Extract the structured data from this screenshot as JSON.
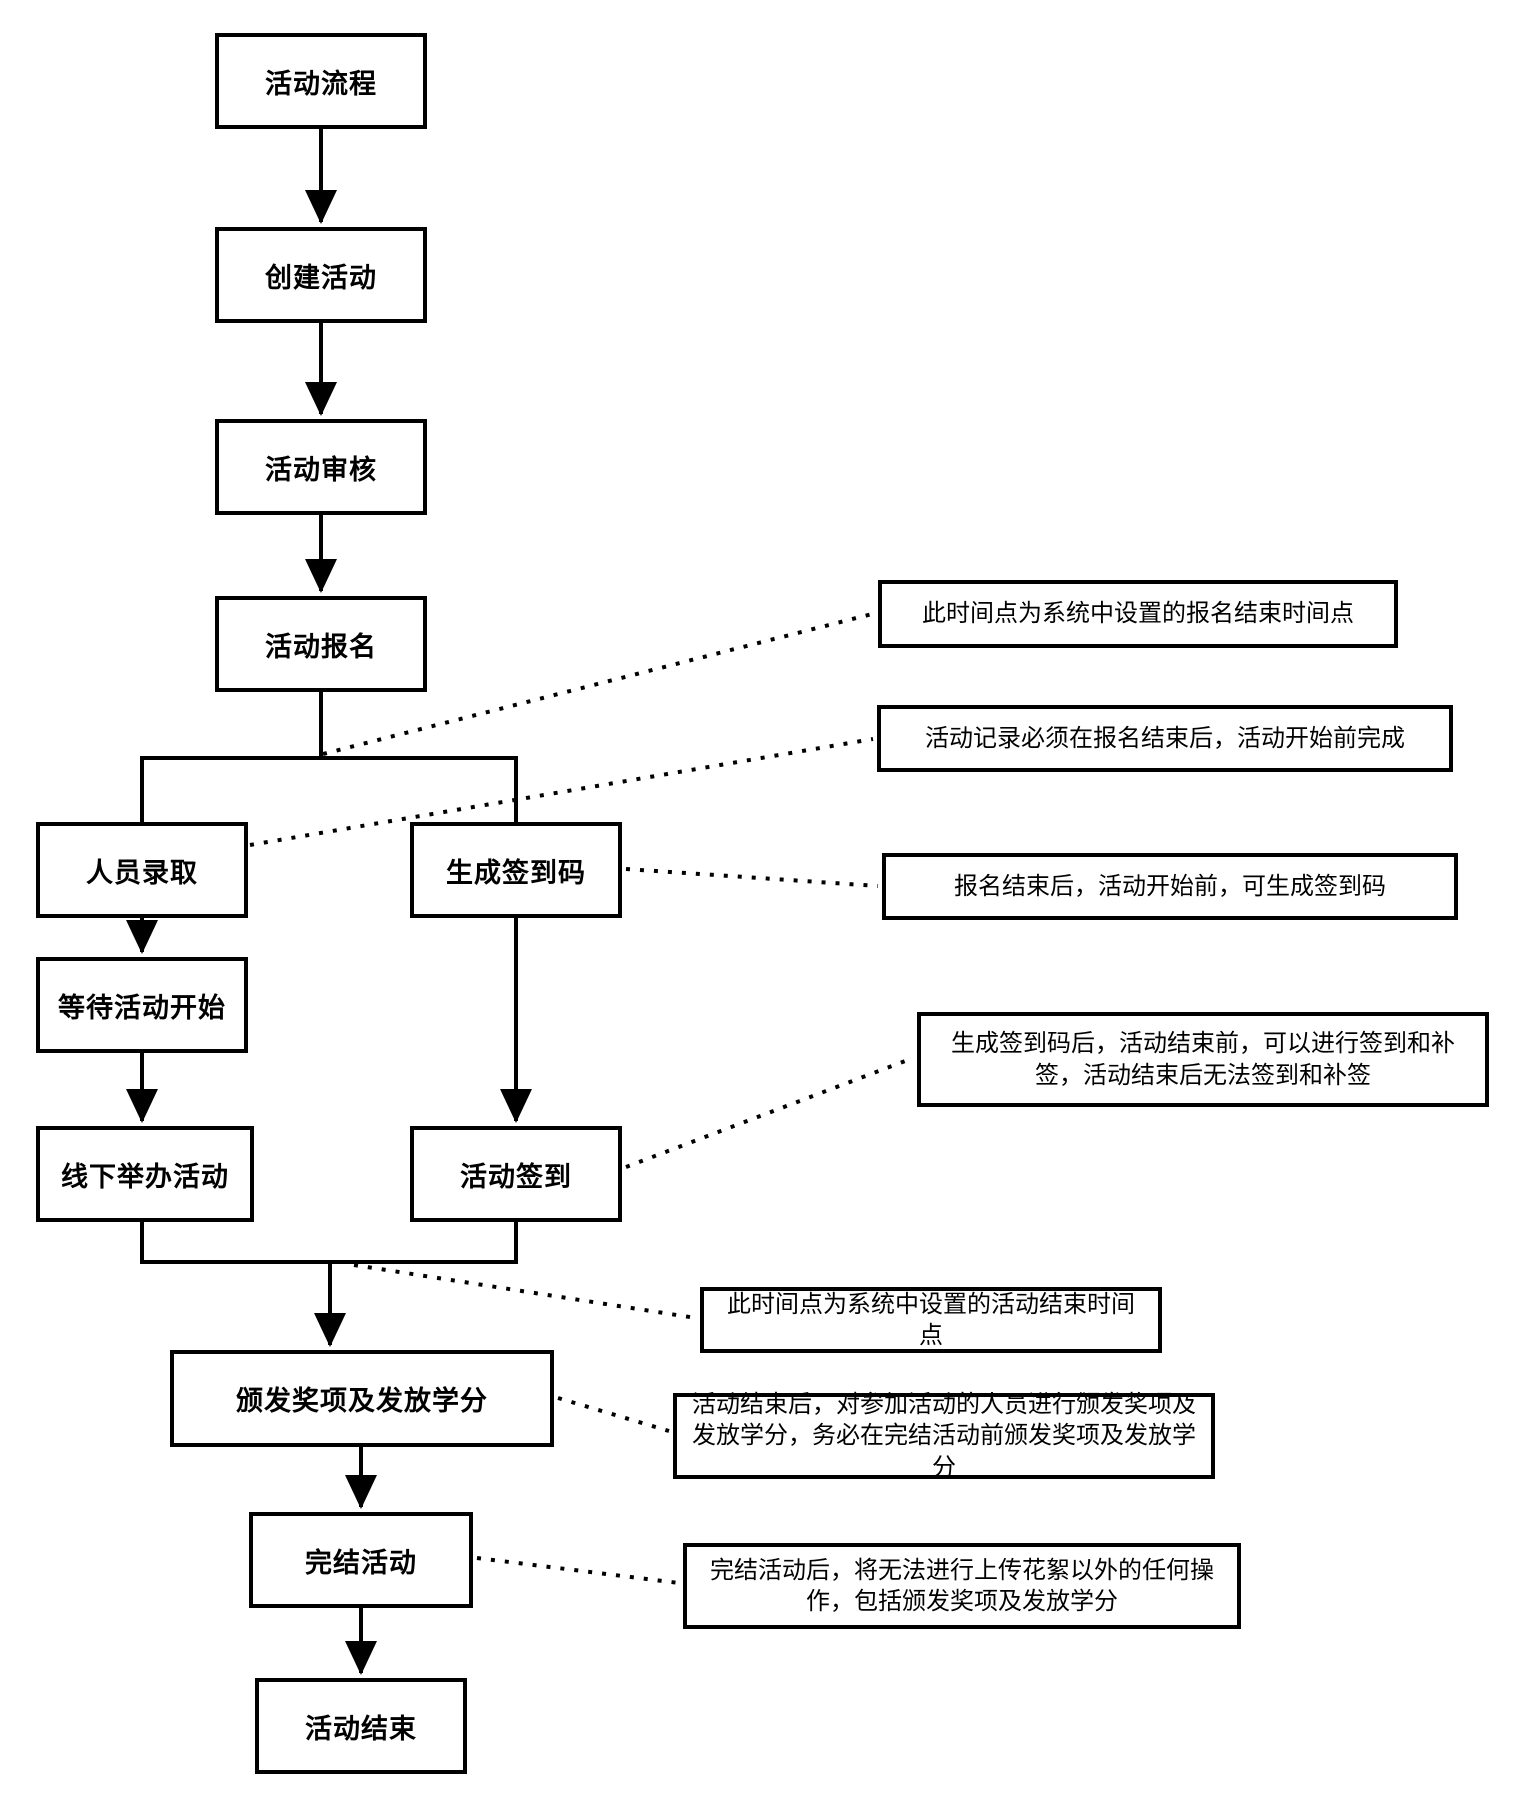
{
  "nodes": {
    "start": {
      "label": "活动流程"
    },
    "create": {
      "label": "创建活动"
    },
    "review": {
      "label": "活动审核"
    },
    "signup": {
      "label": "活动报名"
    },
    "admit": {
      "label": "人员录取"
    },
    "gencode": {
      "label": "生成签到码"
    },
    "wait": {
      "label": "等待活动开始"
    },
    "offline": {
      "label": "线下举办活动"
    },
    "checkin": {
      "label": "活动签到"
    },
    "award": {
      "label": "颁发奖项及发放学分"
    },
    "finish": {
      "label": "完结活动"
    },
    "end": {
      "label": "活动结束"
    }
  },
  "annotations": {
    "signup_deadline": {
      "text": "此时间点为系统中设置的报名结束时间点"
    },
    "record_deadline": {
      "text": "活动记录必须在报名结束后，活动开始前完成"
    },
    "gencode_window": {
      "text": "报名结束后，活动开始前，可生成签到码"
    },
    "checkin_window": {
      "text": "生成签到码后，活动结束前，可以进行签到和补签，活动结束后无法签到和补签"
    },
    "activity_end_time": {
      "text": "此时间点为系统中设置的活动结束时间点"
    },
    "award_window": {
      "text": "活动结束后，对参加活动的人员进行颁发奖项及发放学分，务必在完结活动前颁发奖项及发放学分"
    },
    "finish_restriction": {
      "text": "完结活动后，将无法进行上传花絮以外的任何操作，包括颁发奖项及发放学分"
    }
  },
  "edges": {
    "solid": [
      {
        "from": "start",
        "to": "create"
      },
      {
        "from": "create",
        "to": "review"
      },
      {
        "from": "review",
        "to": "signup"
      },
      {
        "from": "signup",
        "to": "admit"
      },
      {
        "from": "signup",
        "to": "gencode"
      },
      {
        "from": "admit",
        "to": "wait"
      },
      {
        "from": "wait",
        "to": "offline"
      },
      {
        "from": "gencode",
        "to": "checkin"
      },
      {
        "from": "offline",
        "to": "award"
      },
      {
        "from": "checkin",
        "to": "award"
      },
      {
        "from": "award",
        "to": "finish"
      },
      {
        "from": "finish",
        "to": "end"
      }
    ],
    "dotted": [
      {
        "from": "signup-branch-junction",
        "to": "note:signup_deadline"
      },
      {
        "from": "admit",
        "to": "note:record_deadline"
      },
      {
        "from": "gencode",
        "to": "note:gencode_window"
      },
      {
        "from": "checkin",
        "to": "note:checkin_window"
      },
      {
        "from": "merge-junction",
        "to": "note:activity_end_time"
      },
      {
        "from": "award",
        "to": "note:award_window"
      },
      {
        "from": "finish",
        "to": "note:finish_restriction"
      }
    ]
  },
  "colors": {
    "line": "#000000",
    "border": "#000000",
    "text": "#000000",
    "background": "#ffffff"
  }
}
